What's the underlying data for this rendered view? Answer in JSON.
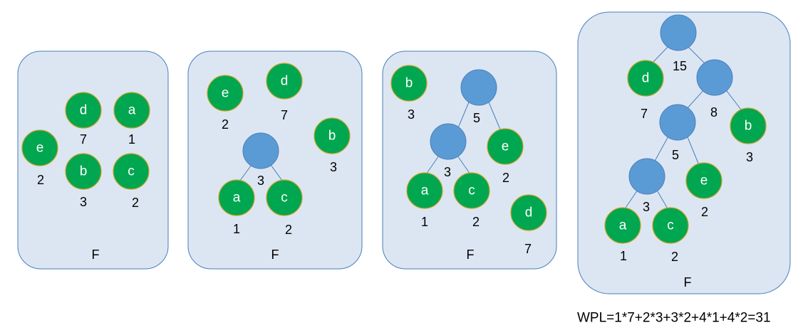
{
  "panel_label": "F",
  "panels": [
    {
      "nodes": [
        {
          "letter": "d",
          "weight": "7"
        },
        {
          "letter": "a",
          "weight": "1"
        },
        {
          "letter": "e",
          "weight": "2"
        },
        {
          "letter": "b",
          "weight": "3"
        },
        {
          "letter": "c",
          "weight": "2"
        }
      ]
    },
    {
      "nodes": [
        {
          "letter": "e",
          "weight": "2"
        },
        {
          "letter": "d",
          "weight": "7"
        },
        {
          "letter": "",
          "weight": "3"
        },
        {
          "letter": "b",
          "weight": "3"
        },
        {
          "letter": "a",
          "weight": "1"
        },
        {
          "letter": "c",
          "weight": "2"
        }
      ]
    },
    {
      "nodes": [
        {
          "letter": "b",
          "weight": "3"
        },
        {
          "letter": "",
          "weight": "5"
        },
        {
          "letter": "",
          "weight": "3"
        },
        {
          "letter": "e",
          "weight": "2"
        },
        {
          "letter": "a",
          "weight": "1"
        },
        {
          "letter": "c",
          "weight": "2"
        },
        {
          "letter": "d",
          "weight": "7"
        }
      ]
    },
    {
      "nodes": [
        {
          "letter": "",
          "weight": "15"
        },
        {
          "letter": "d",
          "weight": "7"
        },
        {
          "letter": "",
          "weight": "8"
        },
        {
          "letter": "",
          "weight": "5"
        },
        {
          "letter": "b",
          "weight": "3"
        },
        {
          "letter": "",
          "weight": "3"
        },
        {
          "letter": "e",
          "weight": "2"
        },
        {
          "letter": "a",
          "weight": "1"
        },
        {
          "letter": "c",
          "weight": "2"
        }
      ]
    }
  ],
  "formula": "WPL=1*7+2*3+3*2+4*1+4*2=31",
  "colors": {
    "leaf": "#00a650",
    "internal": "#5b9bd5",
    "panel": "#dce6f2",
    "edge": "#4a7ebb"
  }
}
